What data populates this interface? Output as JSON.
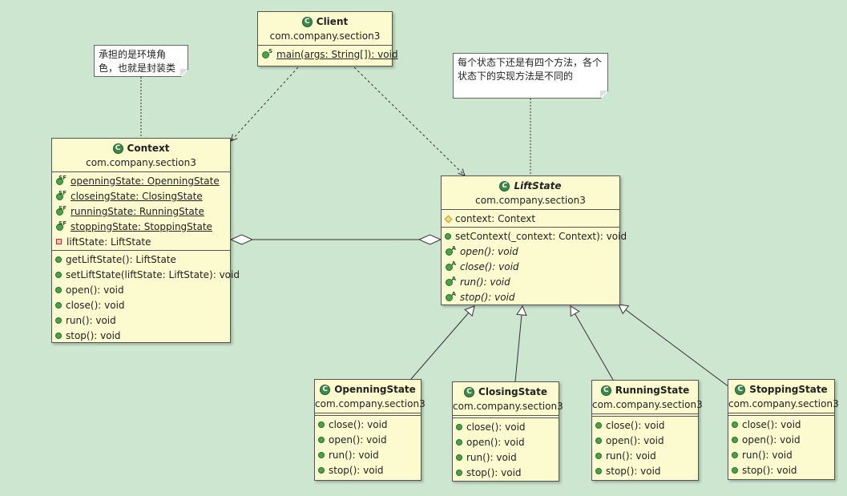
{
  "notes": [
    {
      "text": "承担的是环境角色，也就是封装类"
    },
    {
      "text": "每个状态下还是有四个方法，各个状态下的实现方法是不同的"
    }
  ],
  "classes": {
    "client": {
      "name": "Client",
      "package": "com.company.section3",
      "methods": [
        {
          "text": "main(args: String[]): void",
          "icon": "static-method-icon",
          "underline": true
        }
      ]
    },
    "context": {
      "name": "Context",
      "package": "com.company.section3",
      "fields": [
        {
          "text": "openningState: OpenningState",
          "icon": "static-final-field-icon",
          "underline": true
        },
        {
          "text": "closeingState: ClosingState",
          "icon": "static-final-field-icon",
          "underline": true
        },
        {
          "text": "runningState: RunningState",
          "icon": "static-final-field-icon",
          "underline": true
        },
        {
          "text": "stoppingState: StoppingState",
          "icon": "static-final-field-icon",
          "underline": true
        },
        {
          "text": "liftState: LiftState",
          "icon": "private-field-icon"
        }
      ],
      "methods": [
        {
          "text": "getLiftState(): LiftState",
          "icon": "public-method-icon"
        },
        {
          "text": "setLiftState(liftState: LiftState): void",
          "icon": "public-method-icon"
        },
        {
          "text": "open(): void",
          "icon": "public-method-icon"
        },
        {
          "text": "close(): void",
          "icon": "public-method-icon"
        },
        {
          "text": "run(): void",
          "icon": "public-method-icon"
        },
        {
          "text": "stop(): void",
          "icon": "public-method-icon"
        }
      ]
    },
    "liftstate": {
      "name": "LiftState",
      "package": "com.company.section3",
      "abstract": true,
      "fields": [
        {
          "text": "context: Context",
          "icon": "protected-field-icon"
        }
      ],
      "methods": [
        {
          "text": "setContext(_context: Context): void",
          "icon": "public-method-icon"
        },
        {
          "text": "open(): void",
          "icon": "abstract-method-icon",
          "italic": true
        },
        {
          "text": "close(): void",
          "icon": "abstract-method-icon",
          "italic": true
        },
        {
          "text": "run(): void",
          "icon": "abstract-method-icon",
          "italic": true
        },
        {
          "text": "stop(): void",
          "icon": "abstract-method-icon",
          "italic": true
        }
      ]
    },
    "openning": {
      "name": "OpenningState",
      "package": "com.company.section3",
      "methods": [
        {
          "text": "close(): void",
          "icon": "public-method-icon"
        },
        {
          "text": "open(): void",
          "icon": "public-method-icon"
        },
        {
          "text": "run(): void",
          "icon": "public-method-icon"
        },
        {
          "text": "stop(): void",
          "icon": "public-method-icon"
        }
      ]
    },
    "closing": {
      "name": "ClosingState",
      "package": "com.company.section3",
      "methods": [
        {
          "text": "close(): void",
          "icon": "public-method-icon"
        },
        {
          "text": "open(): void",
          "icon": "public-method-icon"
        },
        {
          "text": "run(): void",
          "icon": "public-method-icon"
        },
        {
          "text": "stop(): void",
          "icon": "public-method-icon"
        }
      ]
    },
    "running": {
      "name": "RunningState",
      "package": "com.company.section3",
      "methods": [
        {
          "text": "close(): void",
          "icon": "public-method-icon"
        },
        {
          "text": "open(): void",
          "icon": "public-method-icon"
        },
        {
          "text": "run(): void",
          "icon": "public-method-icon"
        },
        {
          "text": "stop(): void",
          "icon": "public-method-icon"
        }
      ]
    },
    "stopping": {
      "name": "StoppingState",
      "package": "com.company.section3",
      "methods": [
        {
          "text": "close(): void",
          "icon": "public-method-icon"
        },
        {
          "text": "open(): void",
          "icon": "public-method-icon"
        },
        {
          "text": "run(): void",
          "icon": "public-method-icon"
        },
        {
          "text": "stop(): void",
          "icon": "public-method-icon"
        }
      ]
    }
  },
  "colors": {
    "background": "#cde6d0",
    "class_fill": "#fbfbcf",
    "class_icon": "#3a8a4a"
  }
}
